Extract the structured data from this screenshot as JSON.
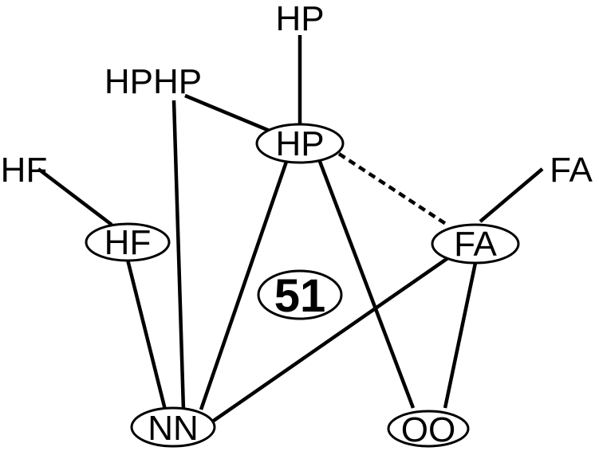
{
  "diagram": {
    "center_label": "51",
    "nodes": {
      "hp_center": "HP",
      "hf_node": "HF",
      "fa_node": "FA",
      "nn_node": "NN",
      "oo_node": "OO",
      "hp_top": "HP",
      "hphp_top": "HPHP",
      "hf_top": "HF",
      "fa_top": "FA"
    },
    "edges": [
      {
        "from": "hp_top",
        "to": "hp_center",
        "style": "solid"
      },
      {
        "from": "hphp_top",
        "to": "hp_center",
        "style": "solid"
      },
      {
        "from": "hphp_top",
        "to": "nn_node",
        "style": "solid"
      },
      {
        "from": "hf_top",
        "to": "hf_node",
        "style": "solid"
      },
      {
        "from": "hf_node",
        "to": "nn_node",
        "style": "solid"
      },
      {
        "from": "hp_center",
        "to": "nn_node",
        "style": "solid"
      },
      {
        "from": "hp_center",
        "to": "oo_node",
        "style": "solid"
      },
      {
        "from": "hp_center",
        "to": "fa_node",
        "style": "dashed"
      },
      {
        "from": "fa_top",
        "to": "fa_node",
        "style": "solid"
      },
      {
        "from": "fa_node",
        "to": "nn_node",
        "style": "solid"
      },
      {
        "from": "fa_node",
        "to": "oo_node",
        "style": "solid"
      }
    ]
  }
}
